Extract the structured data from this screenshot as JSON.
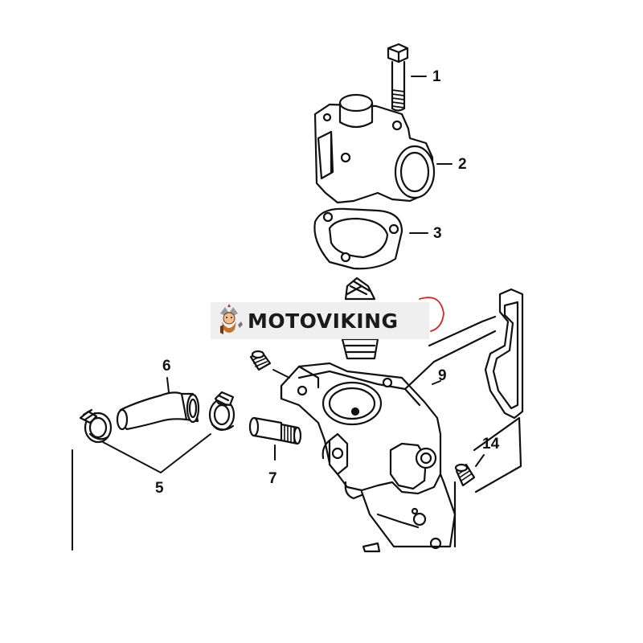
{
  "watermark": {
    "text": "MOTOVIKING"
  },
  "callouts": [
    {
      "id": "1",
      "text": "1"
    },
    {
      "id": "2",
      "text": "2"
    },
    {
      "id": "3",
      "text": "3"
    },
    {
      "id": "5",
      "text": "5"
    },
    {
      "id": "6",
      "text": "6"
    },
    {
      "id": "7",
      "text": "7"
    },
    {
      "id": "9",
      "text": "9"
    },
    {
      "id": "14",
      "text": "14"
    }
  ],
  "colors": {
    "line": "#111111",
    "accent": "#e02020",
    "logo_orange": "#c8712a"
  }
}
